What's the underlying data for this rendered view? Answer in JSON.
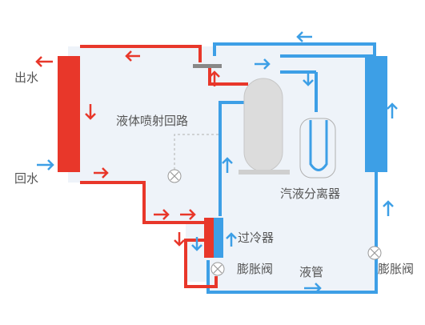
{
  "labels": {
    "outlet_water": "出水",
    "return_water": "回水",
    "injection_loop": "液体喷射回路",
    "gas_liquid_separator": "汽液分离器",
    "subcooler": "过冷器",
    "expansion_valve_left": "膨胀阀",
    "liquid_pipe": "液管",
    "expansion_valve_right": "膨胀阀"
  },
  "colors": {
    "hot": "#e8372a",
    "cold": "#3d9fe6",
    "water_arrow": "#3d9fe6",
    "background_fill": "#eef3f9",
    "compressor": "#dcdcdc",
    "dashed_line": "#b0b0b0",
    "label": "#555555"
  }
}
